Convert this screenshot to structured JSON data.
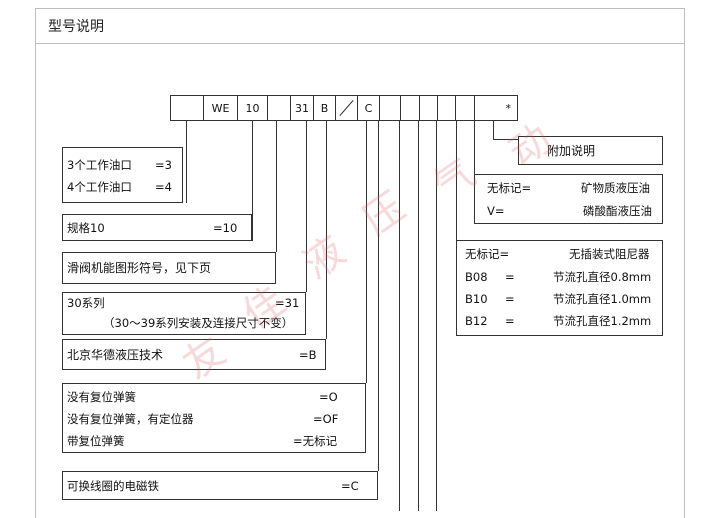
{
  "title": "型号说明",
  "code_cells": [
    "",
    "WE",
    "10",
    "",
    "31",
    "B",
    "/",
    "C",
    "",
    "",
    "",
    "",
    "",
    "*"
  ],
  "boxes": {
    "pistons": {
      "rows": [
        {
          "label": "3个工作油口",
          "value": "=3"
        },
        {
          "label": "4个工作油口",
          "value": "=4"
        }
      ]
    },
    "size": {
      "label": "规格10",
      "value": "=10"
    },
    "symbol": {
      "label": "滑阀机能图形符号，见下页"
    },
    "series": {
      "label": "30系列",
      "value": "=31",
      "note": "（30～39系列安装及连接尺寸不变）"
    },
    "maker": {
      "label": "北京华德液压技术",
      "value": "=B"
    },
    "spring": {
      "rows": [
        {
          "label": "没有复位弹簧",
          "value": "=O"
        },
        {
          "label": "没有复位弹簧，有定位器",
          "value": "=OF"
        },
        {
          "label": "带复位弹簧",
          "value": "=无标记"
        }
      ]
    },
    "coil": {
      "label": "可换线圈的电磁铁",
      "value": "=C"
    },
    "extra": {
      "label": "附加说明"
    },
    "oil": {
      "rows": [
        {
          "label": "无标记=",
          "value": "矿物质液压油"
        },
        {
          "label": "V=",
          "value": "磷酸酯液压油"
        }
      ]
    },
    "orifice": {
      "rows": [
        {
          "label": "无标记=",
          "eq": "",
          "value": "无插装式阻尼器"
        },
        {
          "label": "B08",
          "eq": "=",
          "value": "节流孔直径0.8mm"
        },
        {
          "label": "B10",
          "eq": "=",
          "value": "节流孔直径1.0mm"
        },
        {
          "label": "B12",
          "eq": "=",
          "value": "节流孔直径1.2mm"
        }
      ]
    }
  },
  "watermark": [
    "友",
    "佳",
    "液",
    "压",
    "气",
    "动"
  ]
}
